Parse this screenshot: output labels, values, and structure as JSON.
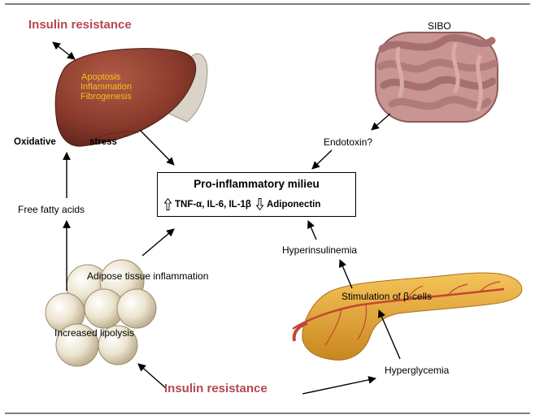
{
  "colors": {
    "accent_red": "#b5474f",
    "liver_text": "#f2c21a",
    "liver": "#8a3b2c",
    "pancreas": "#e8a83a",
    "fat": "#ece4cf",
    "intestine": "#c99593"
  },
  "labels": {
    "insulin_resistance_top": "Insulin resistance",
    "liver_apoptosis": "Apoptosis",
    "liver_inflammation": "Inflammation",
    "liver_fibrogenesis": "Fibrogenesis",
    "oxidative": "Oxidative",
    "stress": "stress",
    "free_fatty_acids": "Free fatty acids",
    "sibo": "SIBO",
    "endotoxin": "Endotoxin?",
    "milieu_title": "Pro-inflammatory milieu",
    "cytokines": "TNF-α, IL-6, IL-1β",
    "adiponectin": "Adiponectin",
    "hyperinsulinemia": "Hyperinsulinemia",
    "adipose_inflammation": "Adipose tissue inflammation",
    "beta_cells": "Stimulation of β-cells",
    "increased_lipolysis": "Increased lipolysis",
    "hyperglycemia": "Hyperglycemia",
    "insulin_resistance_bottom": "Insulin resistance"
  },
  "icons": {
    "up_arrow": "up-arrow-icon",
    "down_arrow": "down-arrow-icon"
  }
}
